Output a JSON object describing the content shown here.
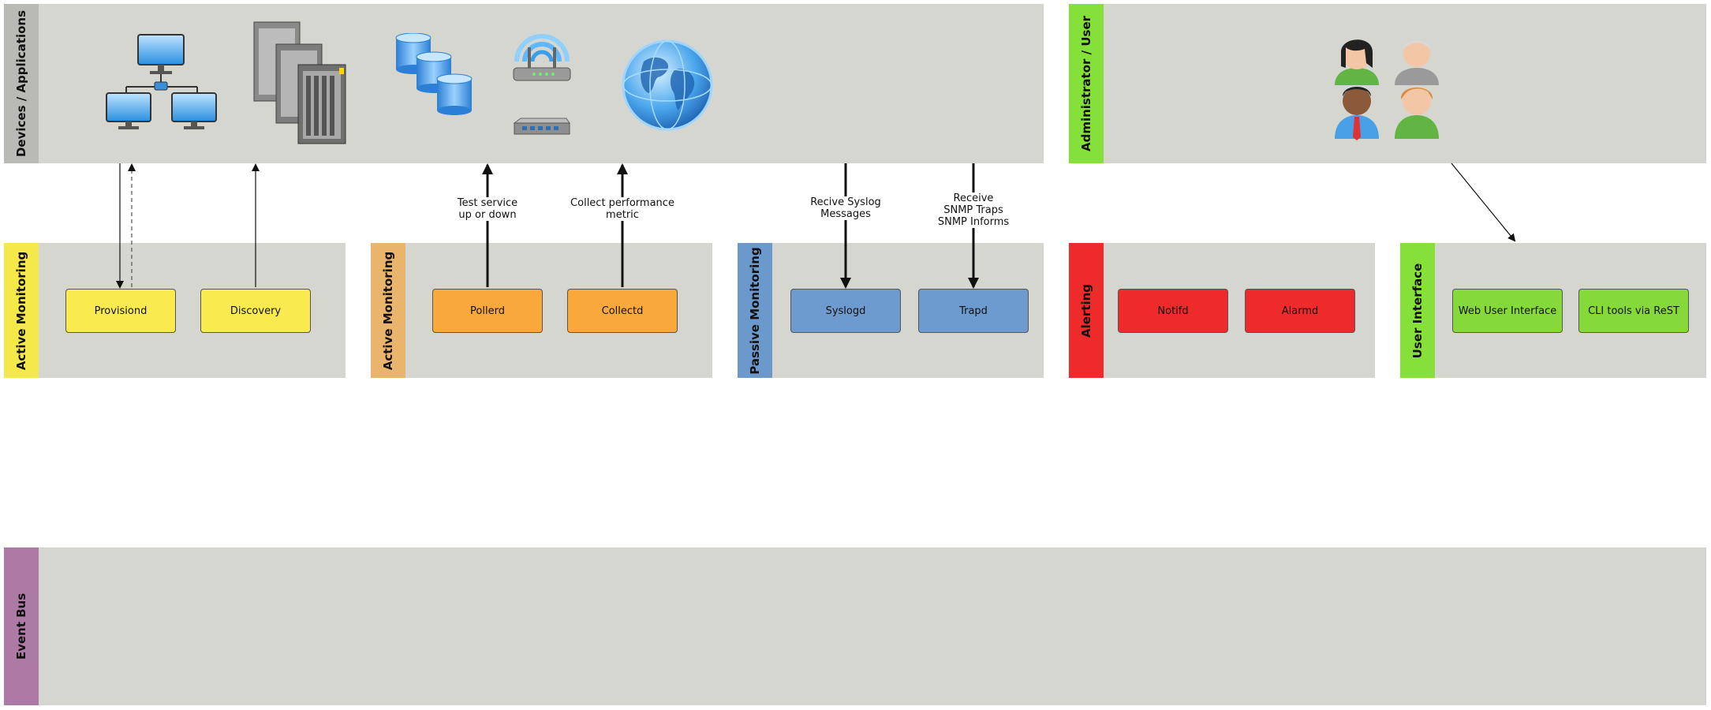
{
  "colors": {
    "panel": "#d5d6d0",
    "devices_tab": "#b9bab5",
    "admin_tab": "#86e03a",
    "active_tab_1": "#f5e84b",
    "active_tab_2": "#e9b46b",
    "passive_tab": "#6b99cc",
    "alerting_tab": "#ee2a2a",
    "ui_tab": "#86e03a",
    "eventbus_tab": "#ad7aa5",
    "yellow_box": "#f8ea4f",
    "orange_box": "#f9a93c",
    "blue_box": "#6e9bcf",
    "red_box": "#ee2a2a",
    "green_box": "#86d93a"
  },
  "panels": {
    "devices": "Devices / Applications",
    "admin": "Administrator / User",
    "active1": "Active Monitoring",
    "active2": "Active Monitoring",
    "passive": "Passive Monitoring",
    "alerting": "Alerting",
    "ui": "User Interface",
    "eventbus": "Event Bus"
  },
  "boxes": {
    "provisiond": "Provisiond",
    "discovery": "Discovery",
    "pollerd": "Pollerd",
    "collectd": "Collectd",
    "syslogd": "Syslogd",
    "trapd": "Trapd",
    "notifd": "Notifd",
    "alarmd": "Alarmd",
    "web_ui": "Web User Interface",
    "cli_tools": "CLI tools via ReST"
  },
  "arrow_labels": {
    "test_service": [
      "Test service",
      "up or down"
    ],
    "collect_perf": [
      "Collect performance",
      "metric"
    ],
    "syslog": [
      "Recive Syslog",
      "Messages"
    ],
    "snmp": [
      "Receive",
      "SNMP Traps",
      "SNMP Informs"
    ]
  },
  "icons": {
    "network": "network-computers-icon",
    "servers": "server-towers-icon",
    "database": "database-stack-icon",
    "router": "wireless-router-icon",
    "switch": "network-switch-icon",
    "globe": "globe-icon",
    "users": "user-group-icon"
  }
}
